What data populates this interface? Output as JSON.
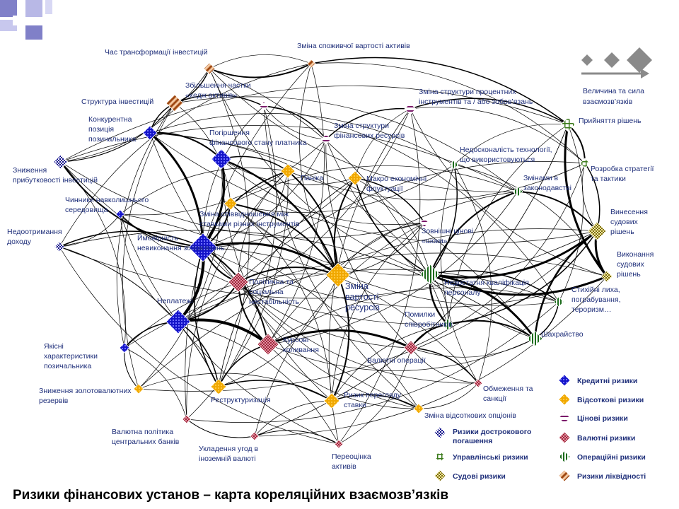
{
  "title": "Ризики фінансових установ – карта кореляційних взаємозв’язків",
  "colors": {
    "credit": "#1414c8",
    "interest": "#f0a800",
    "price": "#7a1a6a",
    "currency": "#a0283c",
    "operational": "#1a6a1a",
    "liquidity": "#a04a14",
    "prepayment": "#0a0a8a",
    "managerial": "#3a7a1a",
    "legal": "#7a6a0a",
    "label": "#1f2f7a",
    "deco": "#8080c8",
    "strength": "#808080"
  },
  "scale": {
    "label_line1": "Величина та сила",
    "label_line2": "взаємозв’язків"
  },
  "nodes": [
    {
      "id": "chas",
      "type": "liquidity",
      "label": [
        "Час трансформації інвестицій"
      ]
    },
    {
      "id": "zmina_spoz",
      "type": "liquidity",
      "label": [
        "Зміна споживчої вартості активів"
      ]
    },
    {
      "id": "zbilsh",
      "type": "price",
      "label": [
        "Збільшення частки",
        "«хедж активів»"
      ]
    },
    {
      "id": "struktura_inv",
      "type": "liquidity",
      "label": [
        "Структура інвестицій"
      ]
    },
    {
      "id": "zmina_proc",
      "type": "price",
      "label": [
        "Зміна структури процентних",
        "інструментів та / або зобов’язань"
      ]
    },
    {
      "id": "konk",
      "type": "credit",
      "label": [
        "Конкурентна",
        "позиція",
        "позичальника"
      ]
    },
    {
      "id": "pogirsh",
      "type": "credit",
      "label": [
        "Погіршення",
        "фінансового стану платника"
      ]
    },
    {
      "id": "zmina_fin",
      "type": "price",
      "label": [
        "Зміна структури",
        "фінансових ресурсів"
      ]
    },
    {
      "id": "pryiniattia",
      "type": "managerial",
      "label": [
        "Прийняття рішень"
      ]
    },
    {
      "id": "nedoskon",
      "type": "operational",
      "label": [
        "Недосконалість технології,",
        "що використовуються"
      ]
    },
    {
      "id": "rozrobka",
      "type": "managerial",
      "label": [
        "Розробка стратегії",
        "та тактики"
      ]
    },
    {
      "id": "znyzh_prybut",
      "type": "prepayment",
      "label": [
        "Зниження",
        "прибутковості інвестицій"
      ]
    },
    {
      "id": "panika",
      "type": "interest",
      "label": [
        "Паніка"
      ]
    },
    {
      "id": "makro",
      "type": "interest",
      "label": [
        "Макро економічні",
        "флуктуації"
      ]
    },
    {
      "id": "zminamy",
      "type": "operational",
      "label": [
        "Змінами в",
        "законодавстві"
      ]
    },
    {
      "id": "chynnyky",
      "type": "credit",
      "label": [
        "Чинники навколишнього",
        "середовища"
      ]
    },
    {
      "id": "zmina_spivv",
      "type": "interest",
      "label": [
        "Зміна співвідношення між",
        "ставками різних інструментів"
      ]
    },
    {
      "id": "vynesennia",
      "type": "legal",
      "label": [
        "Винесення",
        "судових",
        "рішень"
      ]
    },
    {
      "id": "nedotrym",
      "type": "prepayment",
      "label": [
        "Недоотримання",
        "доходу"
      ]
    },
    {
      "id": "zovnishni",
      "type": "price",
      "label": [
        "Зовнішні цінові",
        "«шоки»"
      ]
    },
    {
      "id": "imovirnist",
      "type": "credit",
      "label": [
        "Ймовірність",
        "невиконання зобов’язань"
      ]
    },
    {
      "id": "vykonannia",
      "type": "legal",
      "label": [
        "Виконання",
        "судових",
        "рішень"
      ]
    },
    {
      "id": "nedostatnia",
      "type": "operational",
      "label": [
        "Недостатня кваліфікація",
        "персоналу"
      ]
    },
    {
      "id": "polit",
      "type": "currency",
      "label": [
        "Політична та",
        "соціальна",
        "нестабільність"
      ]
    },
    {
      "id": "zmina_vart",
      "type": "interest",
      "label": [
        "Зміна",
        "вартості",
        "ресурсів"
      ]
    },
    {
      "id": "styhiini",
      "type": "operational",
      "label": [
        "Стихійні лиха,",
        "пограбування,",
        "тероризм…"
      ]
    },
    {
      "id": "neplatezhi",
      "type": "credit",
      "label": [
        "Неплатежі"
      ]
    },
    {
      "id": "pomylky",
      "type": "operational",
      "label": [
        "Помилки",
        "співробітників"
      ]
    },
    {
      "id": "shakhraistvo",
      "type": "operational",
      "label": [
        "Шахрайство"
      ]
    },
    {
      "id": "kursovi",
      "type": "currency",
      "label": [
        "Курсові",
        "коливання"
      ]
    },
    {
      "id": "yakisni",
      "type": "credit",
      "label": [
        "Якісні",
        "характеристики",
        "позичальника"
      ]
    },
    {
      "id": "valiutni_op",
      "type": "currency",
      "label": [
        "Валютні операції"
      ]
    },
    {
      "id": "znyzh_zolot",
      "type": "interest",
      "label": [
        "Зниження золотовалютних",
        "резервів"
      ]
    },
    {
      "id": "restruk",
      "type": "interest",
      "label": [
        "Реструктуризація"
      ]
    },
    {
      "id": "obmezhennia",
      "type": "currency",
      "label": [
        "Обмеження та",
        "санкції"
      ]
    },
    {
      "id": "ryzyk_perehl",
      "type": "interest",
      "label": [
        "Ризик перегляду",
        "ставки"
      ]
    },
    {
      "id": "zmina_vidsot",
      "type": "interest",
      "label": [
        "Зміна відсоткових опціонів"
      ]
    },
    {
      "id": "valiutna_pol",
      "type": "currency",
      "label": [
        "Валютна політика",
        "центральних банків"
      ]
    },
    {
      "id": "ukladennia",
      "type": "currency",
      "label": [
        "Укладення угод в",
        "іноземній валюті"
      ]
    },
    {
      "id": "pereotsinka",
      "type": "currency",
      "label": [
        "Переоцінка",
        "активів"
      ]
    }
  ],
  "legend": [
    {
      "type": "credit",
      "label": "Кредитні ризики"
    },
    {
      "type": "interest",
      "label": "Відсоткові ризики"
    },
    {
      "type": "price",
      "label": "Цінові ризики"
    },
    {
      "type": "currency",
      "label": "Валютні ризики"
    },
    {
      "type": "operational",
      "label": "Операційні ризики"
    },
    {
      "type": "liquidity",
      "label": "Ризики ліквідності"
    },
    {
      "type": "prepayment",
      "label": "Ризики дострокового погашення"
    },
    {
      "type": "managerial",
      "label": "Управлінські ризики"
    },
    {
      "type": "legal",
      "label": "Судові ризики"
    }
  ]
}
